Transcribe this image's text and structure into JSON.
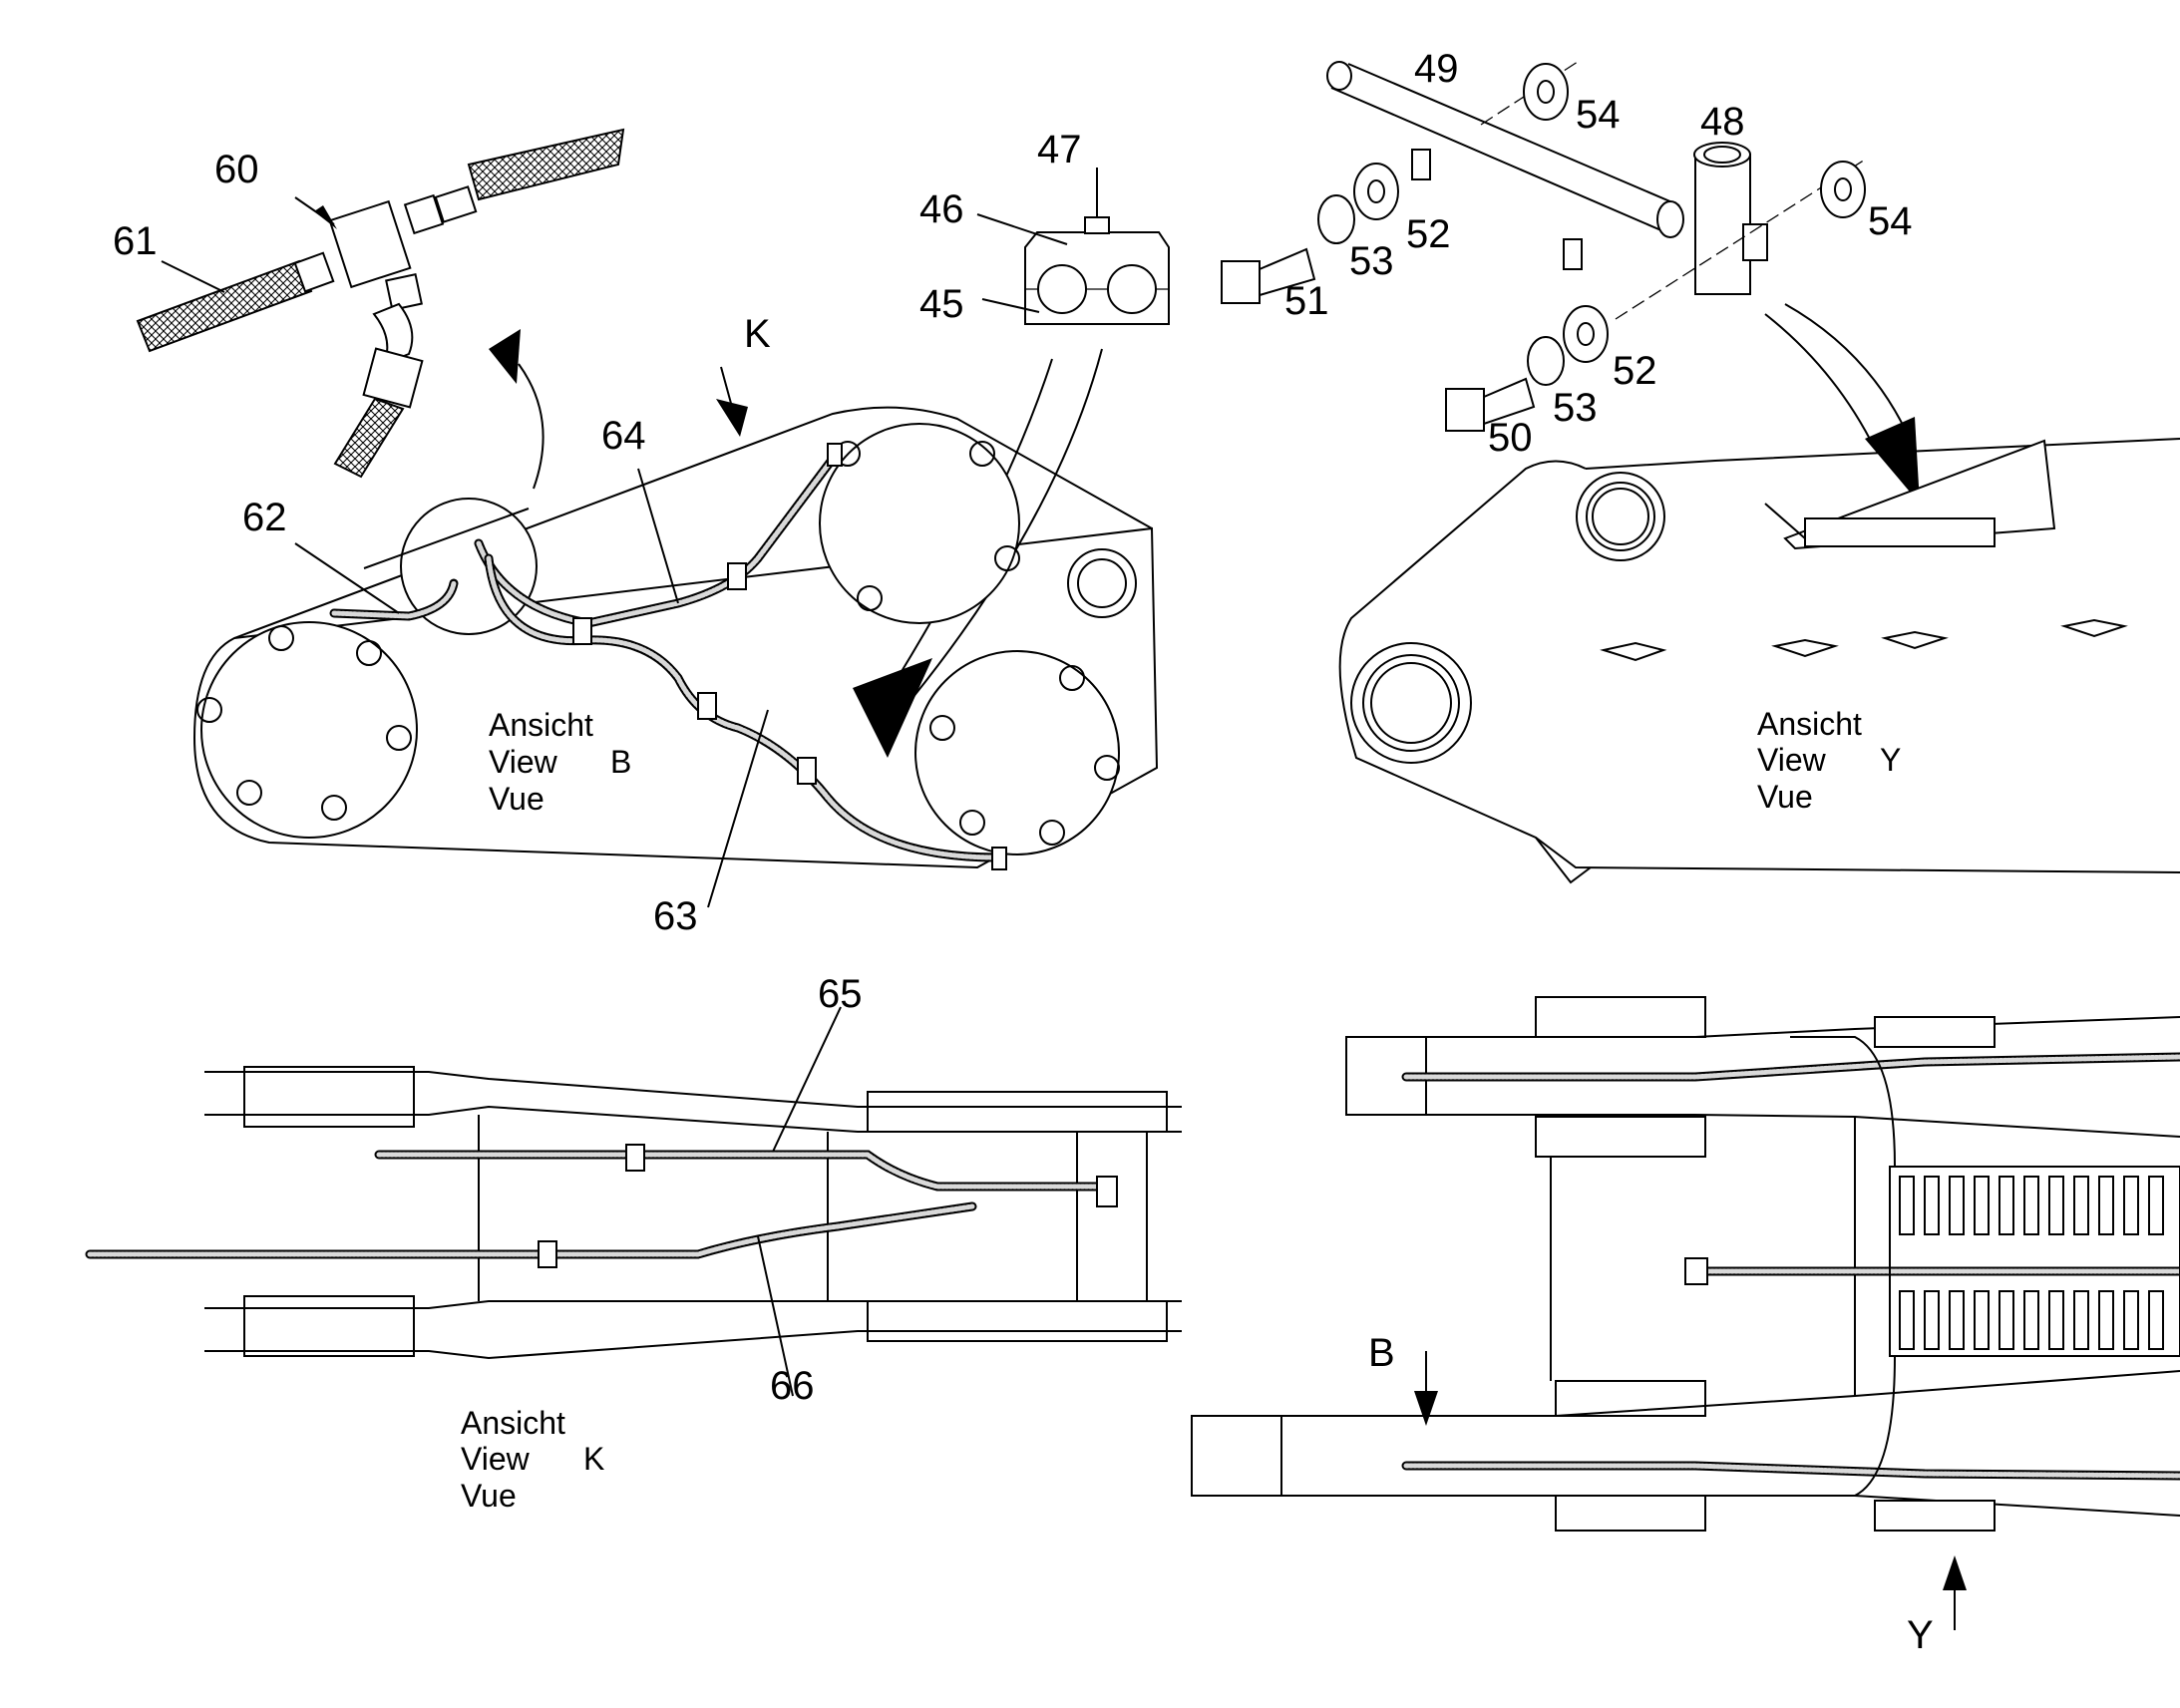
{
  "callouts": {
    "c45": "45",
    "c46": "46",
    "c47": "47",
    "c48": "48",
    "c49": "49",
    "c50": "50",
    "c51": "51",
    "c52a": "52",
    "c52b": "52",
    "c53a": "53",
    "c53b": "53",
    "c54a": "54",
    "c54b": "54",
    "c60": "60",
    "c61": "61",
    "c62": "62",
    "c63": "63",
    "c64": "64",
    "c65": "65",
    "c66": "66"
  },
  "view_labels": {
    "b": {
      "line1": "Ansicht",
      "line2": "View",
      "letter": "B",
      "line3": "Vue"
    },
    "y": {
      "line1": "Ansicht",
      "line2": "View",
      "letter": "Y",
      "line3": "Vue"
    },
    "k": {
      "line1": "Ansicht",
      "line2": "View",
      "letter": "K",
      "line3": "Vue"
    }
  },
  "view_arrows": {
    "k": "K",
    "b": "B",
    "y": "Y"
  }
}
